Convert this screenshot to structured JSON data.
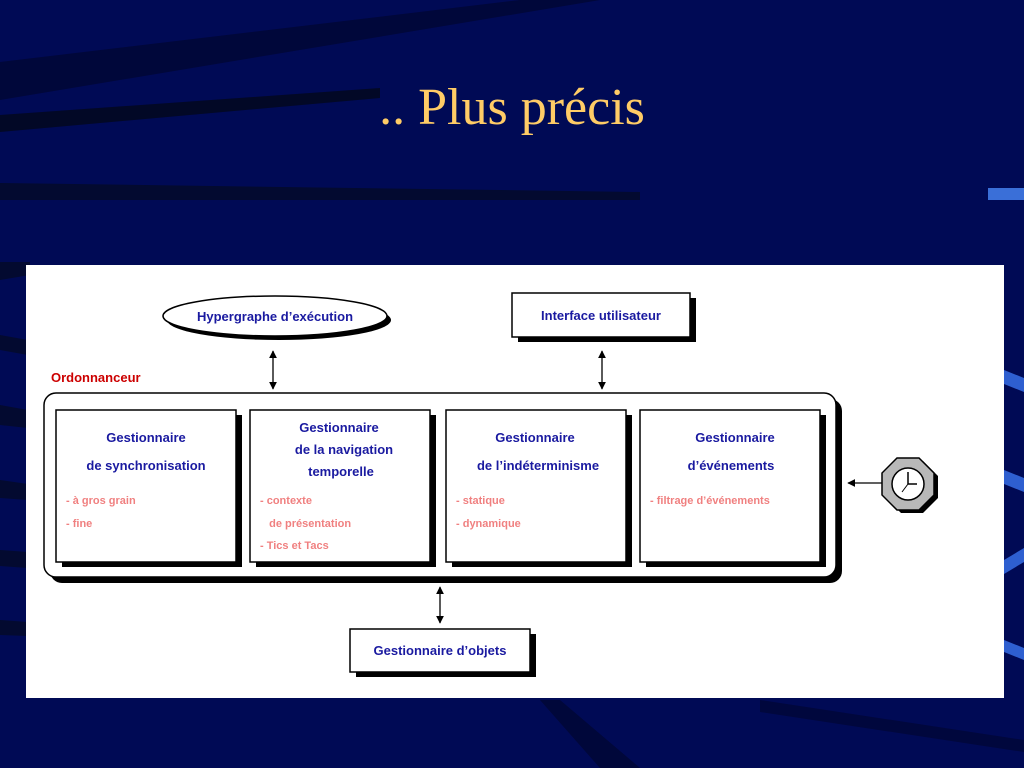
{
  "slide": {
    "title": ".. Plus précis"
  },
  "diagram": {
    "hypergraph_label": "Hypergraphe d’exécution",
    "interface_label": "Interface utilisateur",
    "scheduler_label": "Ordonnanceur",
    "object_manager_label": "Gestionnaire d’objets",
    "clock_icon": "clock-icon",
    "managers": [
      {
        "title": [
          "Gestionnaire",
          "de synchronisation"
        ],
        "items": [
          "- à gros grain",
          "- fine"
        ]
      },
      {
        "title": [
          "Gestionnaire",
          "de la navigation",
          "temporelle"
        ],
        "items": [
          "- contexte",
          "   de présentation",
          "- Tics et Tacs"
        ]
      },
      {
        "title": [
          "Gestionnaire",
          "de l’indéterminisme"
        ],
        "items": [
          "- statique",
          "- dynamique"
        ]
      },
      {
        "title": [
          "Gestionnaire",
          "d’événements"
        ],
        "items": [
          "- filtrage d’événements"
        ]
      }
    ]
  },
  "colors": {
    "background": "#000a55",
    "title": "#ffcc66",
    "box_title": "#1a1aa0",
    "box_items": "#f08080",
    "scheduler_label": "#cc0000"
  }
}
